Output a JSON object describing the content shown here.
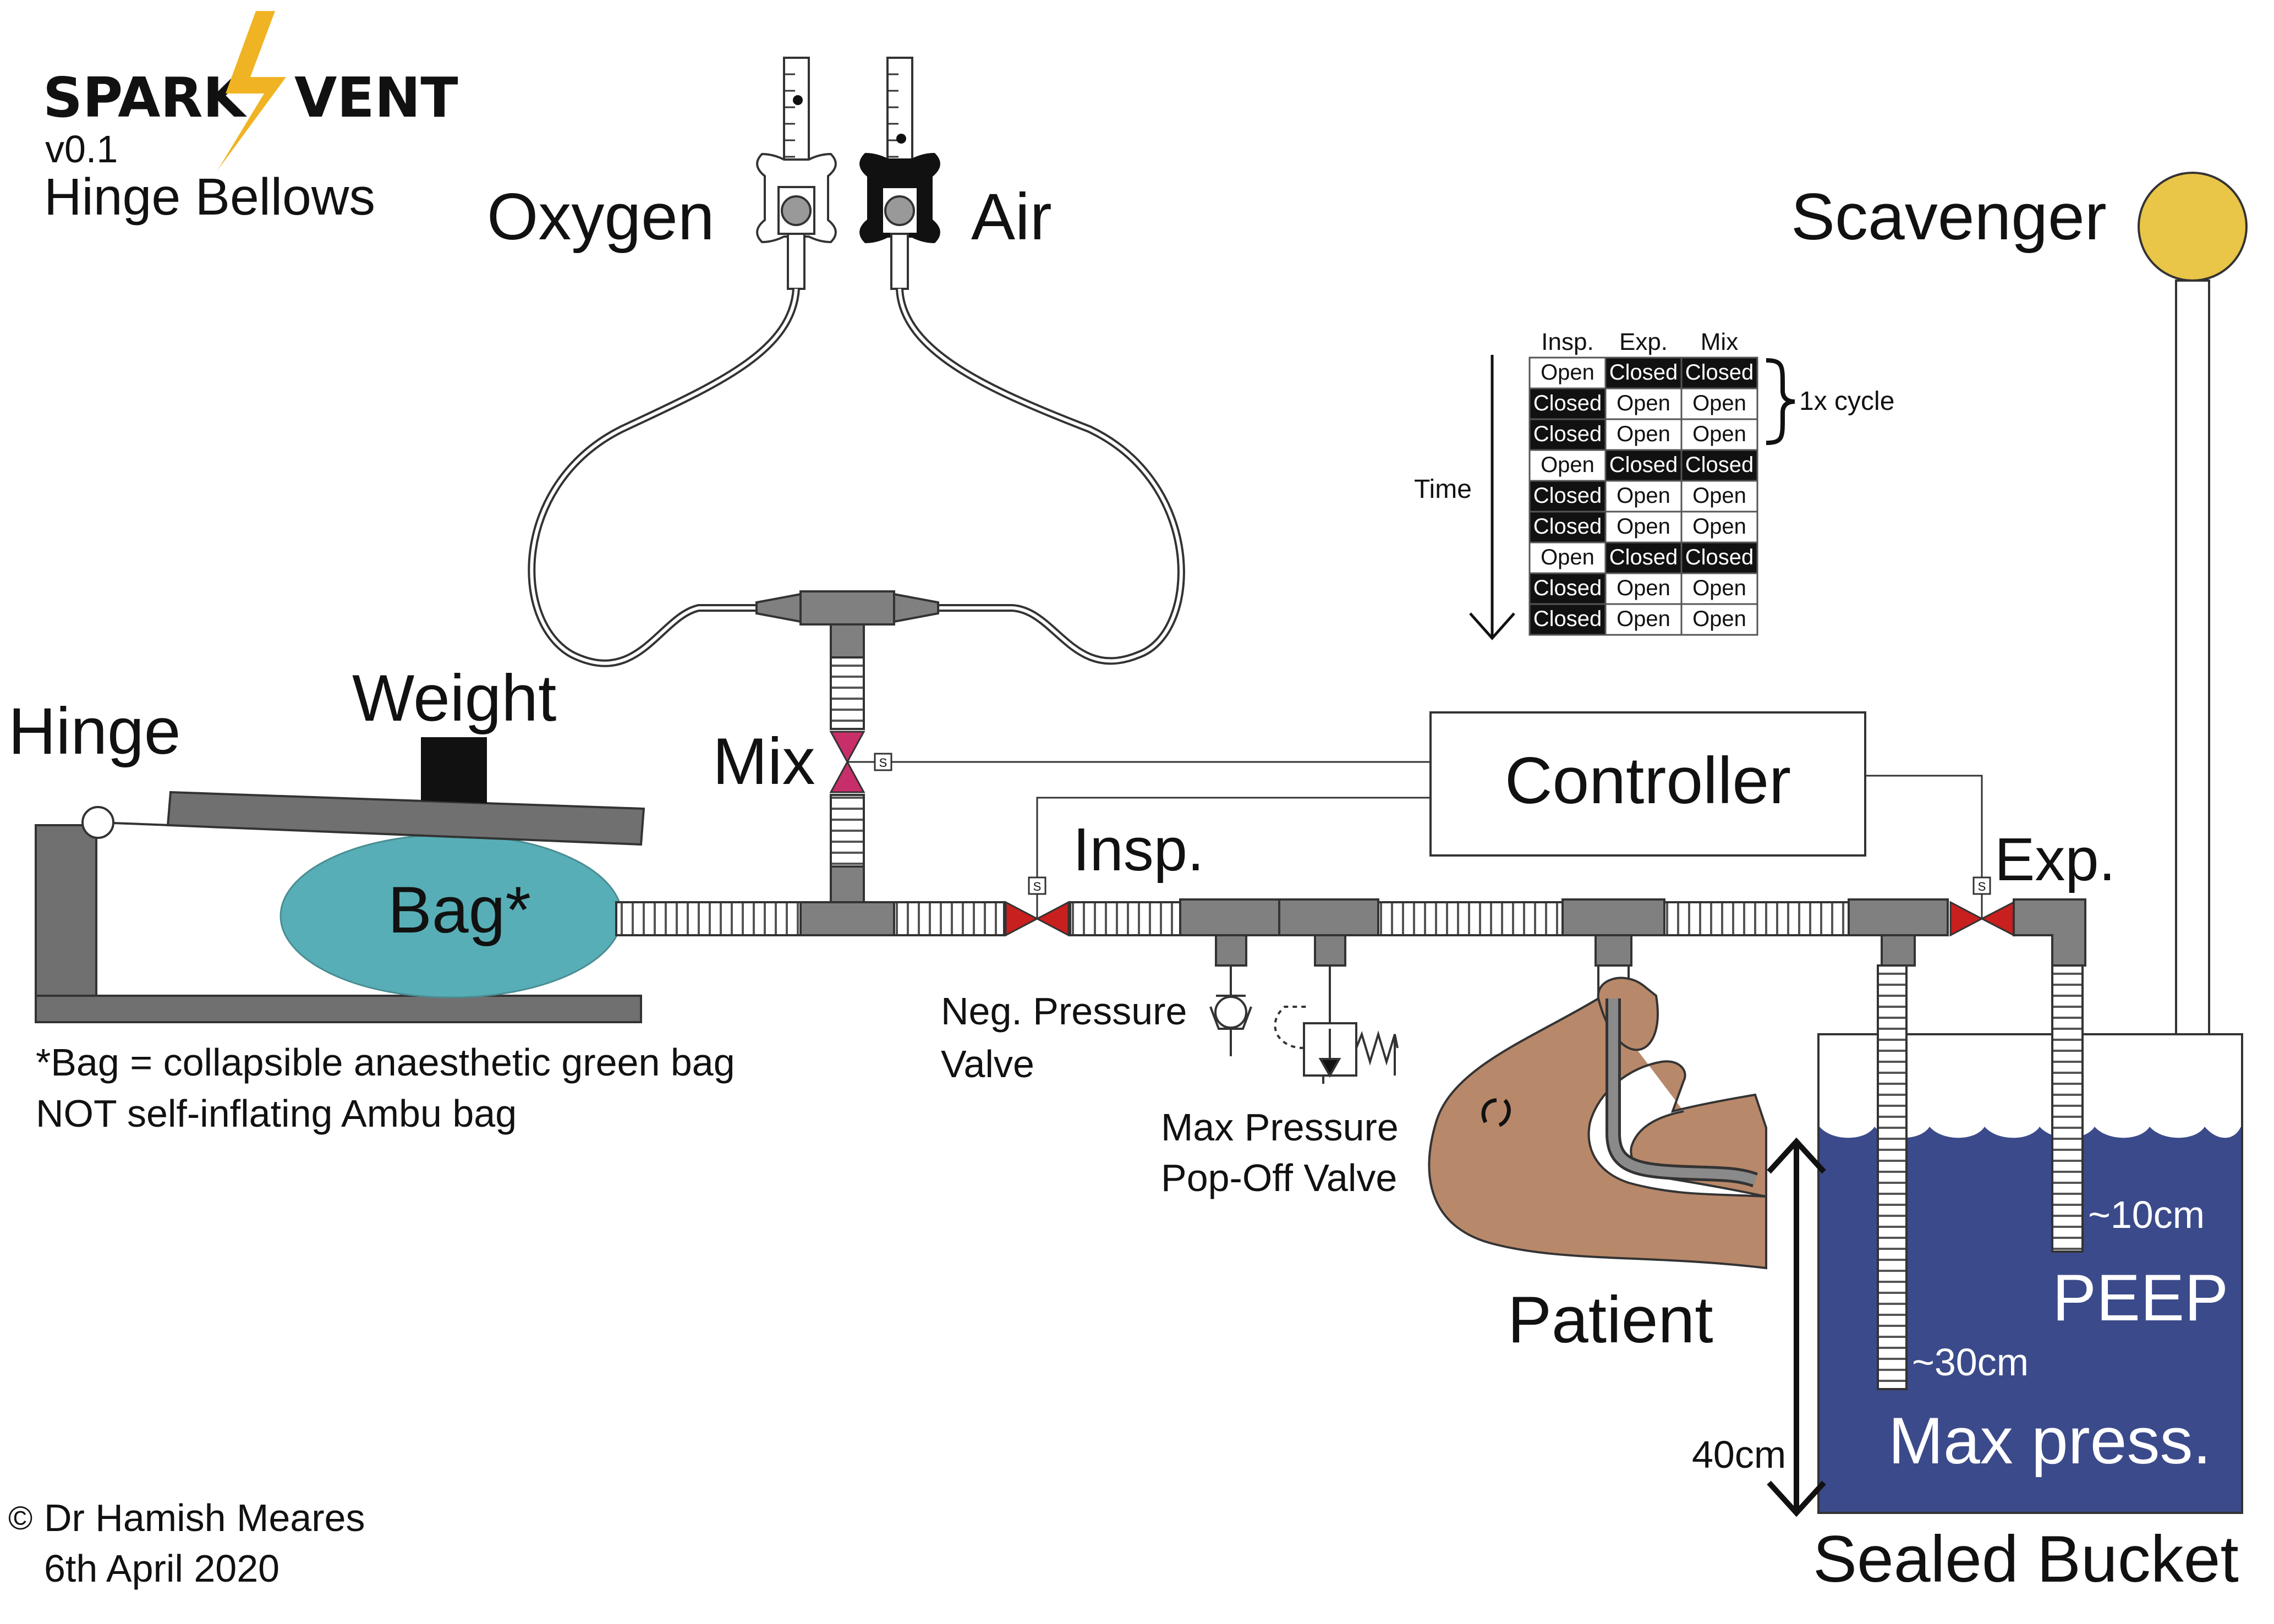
{
  "brand": {
    "name_left": "SPARK",
    "name_right": "VENT",
    "version": "v0.1",
    "subtitle": "Hinge Bellows",
    "accent_color": "#f0b323"
  },
  "labels": {
    "oxygen": "Oxygen",
    "air": "Air",
    "scavenger": "Scavenger",
    "hinge": "Hinge",
    "weight": "Weight",
    "bag": "Bag*",
    "mix": "Mix",
    "insp": "Insp.",
    "exp": "Exp.",
    "controller": "Controller",
    "neg_pressure_line1": "Neg. Pressure",
    "neg_pressure_line2": "Valve",
    "max_pressure_line1": "Max Pressure",
    "max_pressure_line2": "Pop-Off Valve",
    "patient": "Patient",
    "peep": "PEEP",
    "max_press": "Max press.",
    "sealed_bucket": "Sealed Bucket",
    "depth_10": "~10cm",
    "depth_30": "~30cm",
    "height_40": "40cm",
    "solenoid": "S"
  },
  "bag_note": {
    "line1": "*Bag = collapsible anaesthetic green bag",
    "line2": "NOT self-inflating Ambu bag"
  },
  "timing_table": {
    "headers": [
      "Insp.",
      "Exp.",
      "Mix"
    ],
    "time_label": "Time",
    "cycle_label": "1x cycle",
    "rows": [
      [
        "Open",
        "Closed",
        "Closed"
      ],
      [
        "Closed",
        "Open",
        "Open"
      ],
      [
        "Closed",
        "Open",
        "Open"
      ],
      [
        "Open",
        "Closed",
        "Closed"
      ],
      [
        "Closed",
        "Open",
        "Open"
      ],
      [
        "Closed",
        "Open",
        "Open"
      ],
      [
        "Open",
        "Closed",
        "Closed"
      ],
      [
        "Closed",
        "Open",
        "Open"
      ],
      [
        "Closed",
        "Open",
        "Open"
      ]
    ]
  },
  "credits": {
    "author": "Dr Hamish Meares",
    "date": "6th April 2020",
    "copyright_symbol": "©"
  },
  "colors": {
    "bag": "#58aeb7",
    "water": "#3b4a8a",
    "scavenger_ball": "#e9c548",
    "mix_valve": "#c82e6a",
    "exp_insp_valve": "#c8201e",
    "patient_skin": "#b8886a",
    "pipe": "#808080"
  }
}
